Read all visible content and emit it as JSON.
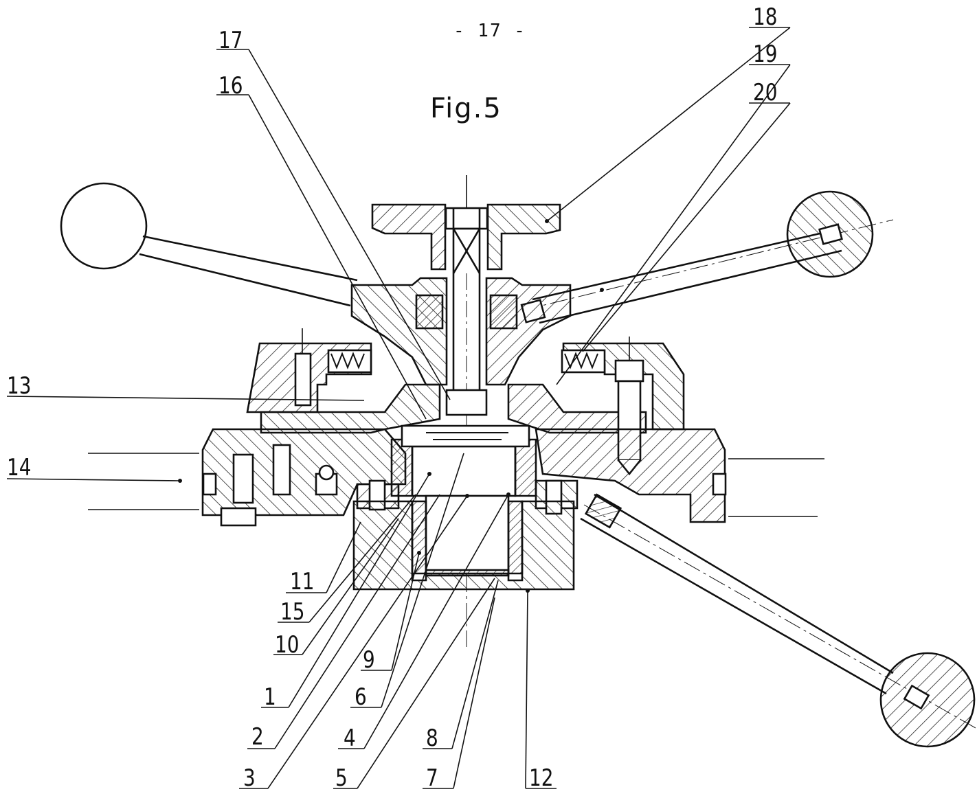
{
  "page_number": "- 17 -",
  "figure_title": "Fig.5",
  "reference_numerals": {
    "n1": "1",
    "n2": "2",
    "n3": "3",
    "n4": "4",
    "n5": "5",
    "n6": "6",
    "n7": "7",
    "n8": "8",
    "n9": "9",
    "n10": "10",
    "n11": "11",
    "n12": "12",
    "n13": "13",
    "n14": "14",
    "n15": "15",
    "n16": "16",
    "n17": "17",
    "n18": "18",
    "n19": "19",
    "n20": "20"
  },
  "colors": {
    "ink": "#111111",
    "paper": "#ffffff",
    "hatch": "#222222"
  }
}
